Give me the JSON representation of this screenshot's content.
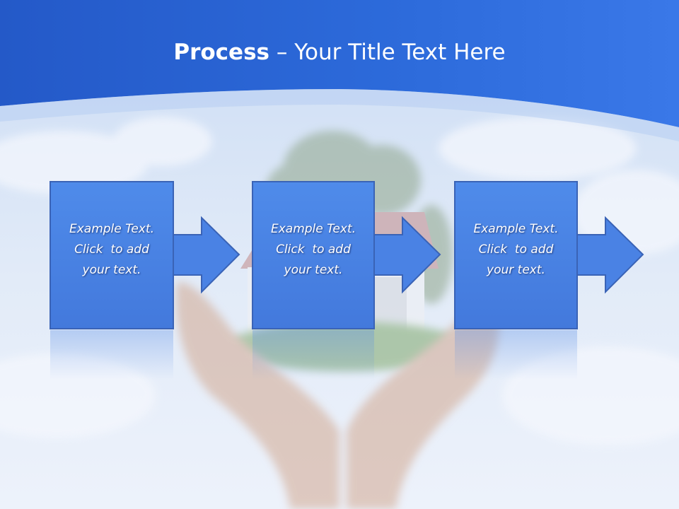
{
  "slide": {
    "title_bold": "Process",
    "title_dash": " – ",
    "title_rest": "Your Title Text Here"
  },
  "process_steps": [
    {
      "lines": [
        "Example Text.",
        "Click  to add",
        "your text."
      ]
    },
    {
      "lines": [
        "Example Text.",
        "Click  to add",
        "your text."
      ]
    },
    {
      "lines": [
        "Example Text.",
        "Click  to add",
        "your text."
      ]
    }
  ],
  "colors": {
    "header_blue": "#2c6ad9",
    "box_fill": "#4c86e8",
    "box_border": "#3a63b6",
    "sky": "#dfe9f8"
  },
  "icons": [
    "hands-holding-house-illustration",
    "right-arrow-icon"
  ]
}
